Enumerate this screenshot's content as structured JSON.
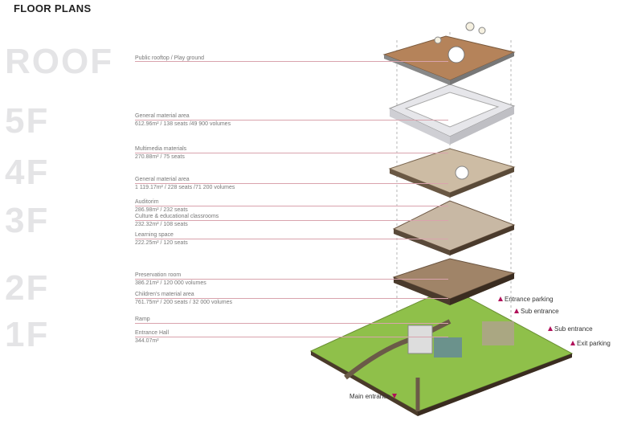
{
  "title": "FLOOR PLANS",
  "floors": [
    "ROOF",
    "5F",
    "4F",
    "3F",
    "2F",
    "1F"
  ],
  "labels": [
    {
      "name": "Public rooftop / Play ground",
      "detail": ""
    },
    {
      "name": "General material area",
      "detail": "612.96m² / 138 seats /49 900 volumes"
    },
    {
      "name": "Multimedia materials",
      "detail": "270.88m² / 75 seats"
    },
    {
      "name": "General material area",
      "detail": "1 119.17m² / 228 seats /71 200 volumes"
    },
    {
      "name": "Auditorim",
      "detail": "286.98m² / 232 seats"
    },
    {
      "name": "Culture & educational classrooms",
      "detail": "232.32m² / 108 seats"
    },
    {
      "name": "Learning space",
      "detail": "222.25m² / 120 seats"
    },
    {
      "name": "Preservation room",
      "detail": "386.21m² / 120 000 volumes"
    },
    {
      "name": "Children's material area",
      "detail": "761.75m² / 200 seats / 32 000 volumes"
    },
    {
      "name": "Ramp",
      "detail": ""
    },
    {
      "name": "Entrance Hall",
      "detail": "344.07m²"
    }
  ],
  "annotations": [
    "Entrance parking",
    "Sub entrance",
    "Sub entrance",
    "Exit parking",
    "Main entrance"
  ],
  "colors": {
    "accent": "#b0105a",
    "leader": "#d9a3ad",
    "grass": "#8fc04a"
  }
}
